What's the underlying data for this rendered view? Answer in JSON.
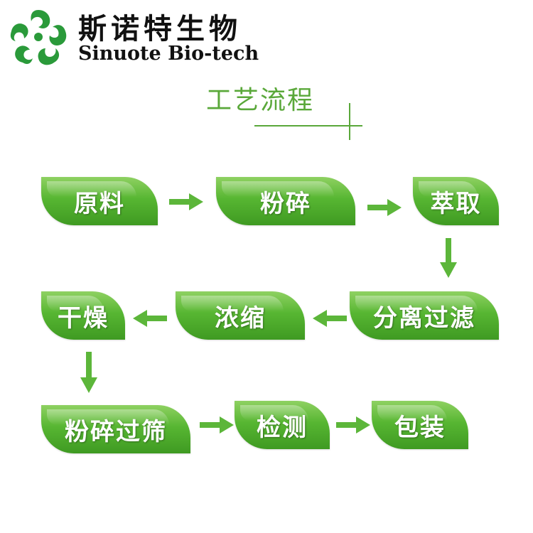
{
  "header": {
    "brand_cn": "斯诺特生物",
    "brand_en": "Sinuote Bio-tech",
    "section_title": "工艺流程"
  },
  "flow": {
    "steps": [
      "原料",
      "粉碎",
      "萃取",
      "分离过滤",
      "浓缩",
      "干燥",
      "粉碎过筛",
      "检测",
      "包装"
    ]
  },
  "colors": {
    "accent": "#5aa83a",
    "step_light": "#8fd162",
    "step_mid": "#57b632",
    "step_dark": "#3f9a22",
    "arrow": "#5cb63a"
  }
}
